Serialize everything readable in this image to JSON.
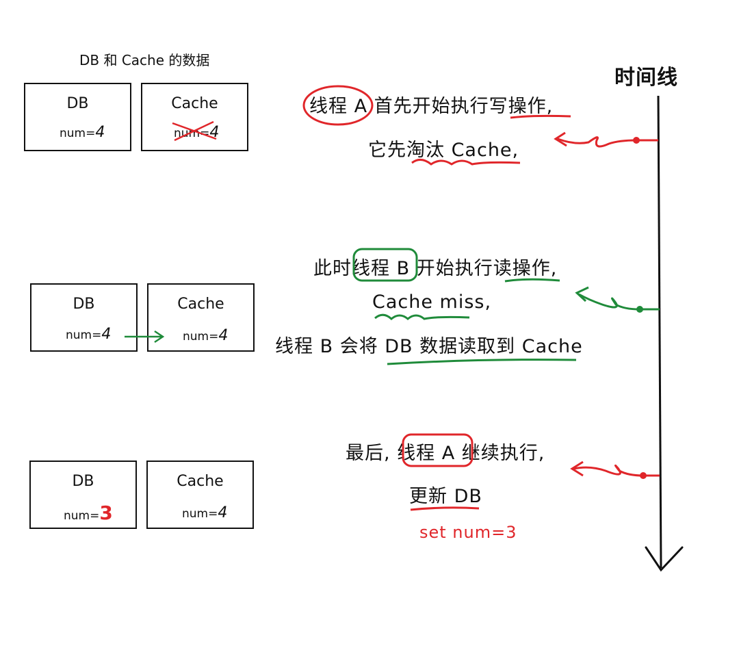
{
  "colors": {
    "ink": "#111111",
    "red": "#e0262a",
    "green": "#1f8b3a"
  },
  "header": {
    "title": "DB 和 Cache 的数据"
  },
  "timeline": {
    "label": "时间线"
  },
  "panels": [
    {
      "db_title": "DB",
      "db_value_prefix": "num=",
      "db_value": "4",
      "cache_title": "Cache",
      "cache_value_prefix": "num=",
      "cache_value": "4"
    },
    {
      "db_title": "DB",
      "db_value_prefix": "num=",
      "db_value": "4",
      "cache_title": "Cache",
      "cache_value_prefix": "num=",
      "cache_value": "4"
    },
    {
      "db_title": "DB",
      "db_value_prefix": "num=",
      "db_value": "3",
      "cache_title": "Cache",
      "cache_value_prefix": "num=",
      "cache_value": "4"
    }
  ],
  "steps": [
    {
      "lines": [
        "线程 A 首先开始执行写操作,",
        "它先淘汰 Cache,"
      ]
    },
    {
      "lines": [
        "此时线程 B 开始执行读操作,",
        "Cache miss,",
        "线程 B 会将 DB 数据读取到 Cache"
      ]
    },
    {
      "lines": [
        "最后, 线程 A 继续执行,",
        "更新 DB"
      ],
      "note": "set num=3"
    }
  ]
}
